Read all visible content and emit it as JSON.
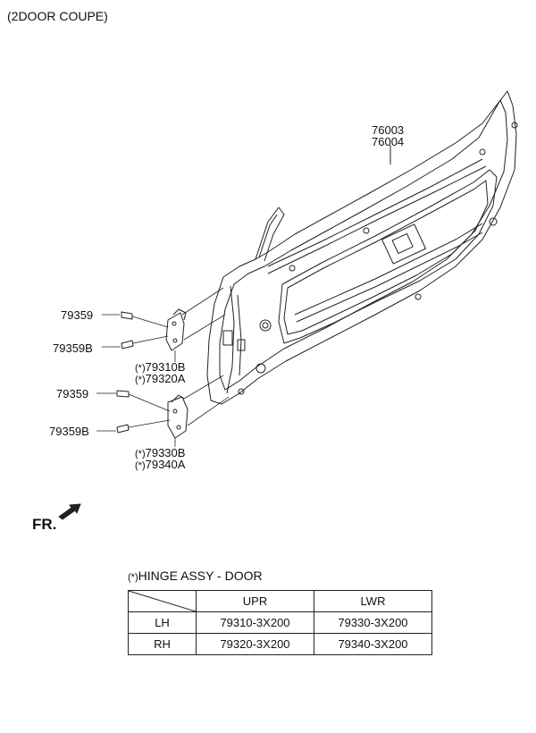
{
  "header": "(2DOOR COUPE)",
  "callouts": {
    "door_panel_a": "76003",
    "door_panel_b": "76004",
    "upper_bolt": "79359",
    "upper_bolt_b": "79359B",
    "upper_hinge_lh": "79310B",
    "upper_hinge_rh": "79320A",
    "lower_bolt": "79359",
    "lower_bolt_b": "79359B",
    "lower_hinge_lh": "79330B",
    "lower_hinge_rh": "79340A",
    "hinge_marker": "(*)"
  },
  "front_indicator": "FR.",
  "legend_marker": "(*)",
  "legend_text": "HINGE ASSY - DOOR",
  "table": {
    "columns": [
      "",
      "UPR",
      "LWR"
    ],
    "rows": [
      {
        "side": "LH",
        "upr": "79310-3X200",
        "lwr": "79330-3X200"
      },
      {
        "side": "RH",
        "upr": "79320-3X200",
        "lwr": "79340-3X200"
      }
    ]
  },
  "colors": {
    "line": "#222222",
    "background": "#ffffff"
  }
}
